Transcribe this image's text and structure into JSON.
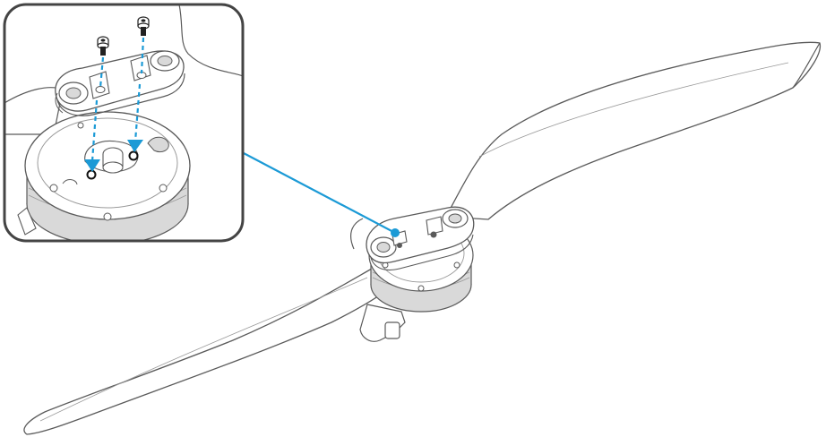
{
  "figure": {
    "colors": {
      "outline": "#5a5a5a",
      "fill": "#ffffff",
      "shade": "#d9d9d9",
      "dark_shade": "#9a9a9a",
      "accent": "#1b9ad6",
      "inset_border": "#444444"
    },
    "parts": {
      "propeller": "propeller-blade",
      "motor": "motor",
      "screws": "screw-icon",
      "callout": "callout-line"
    }
  }
}
